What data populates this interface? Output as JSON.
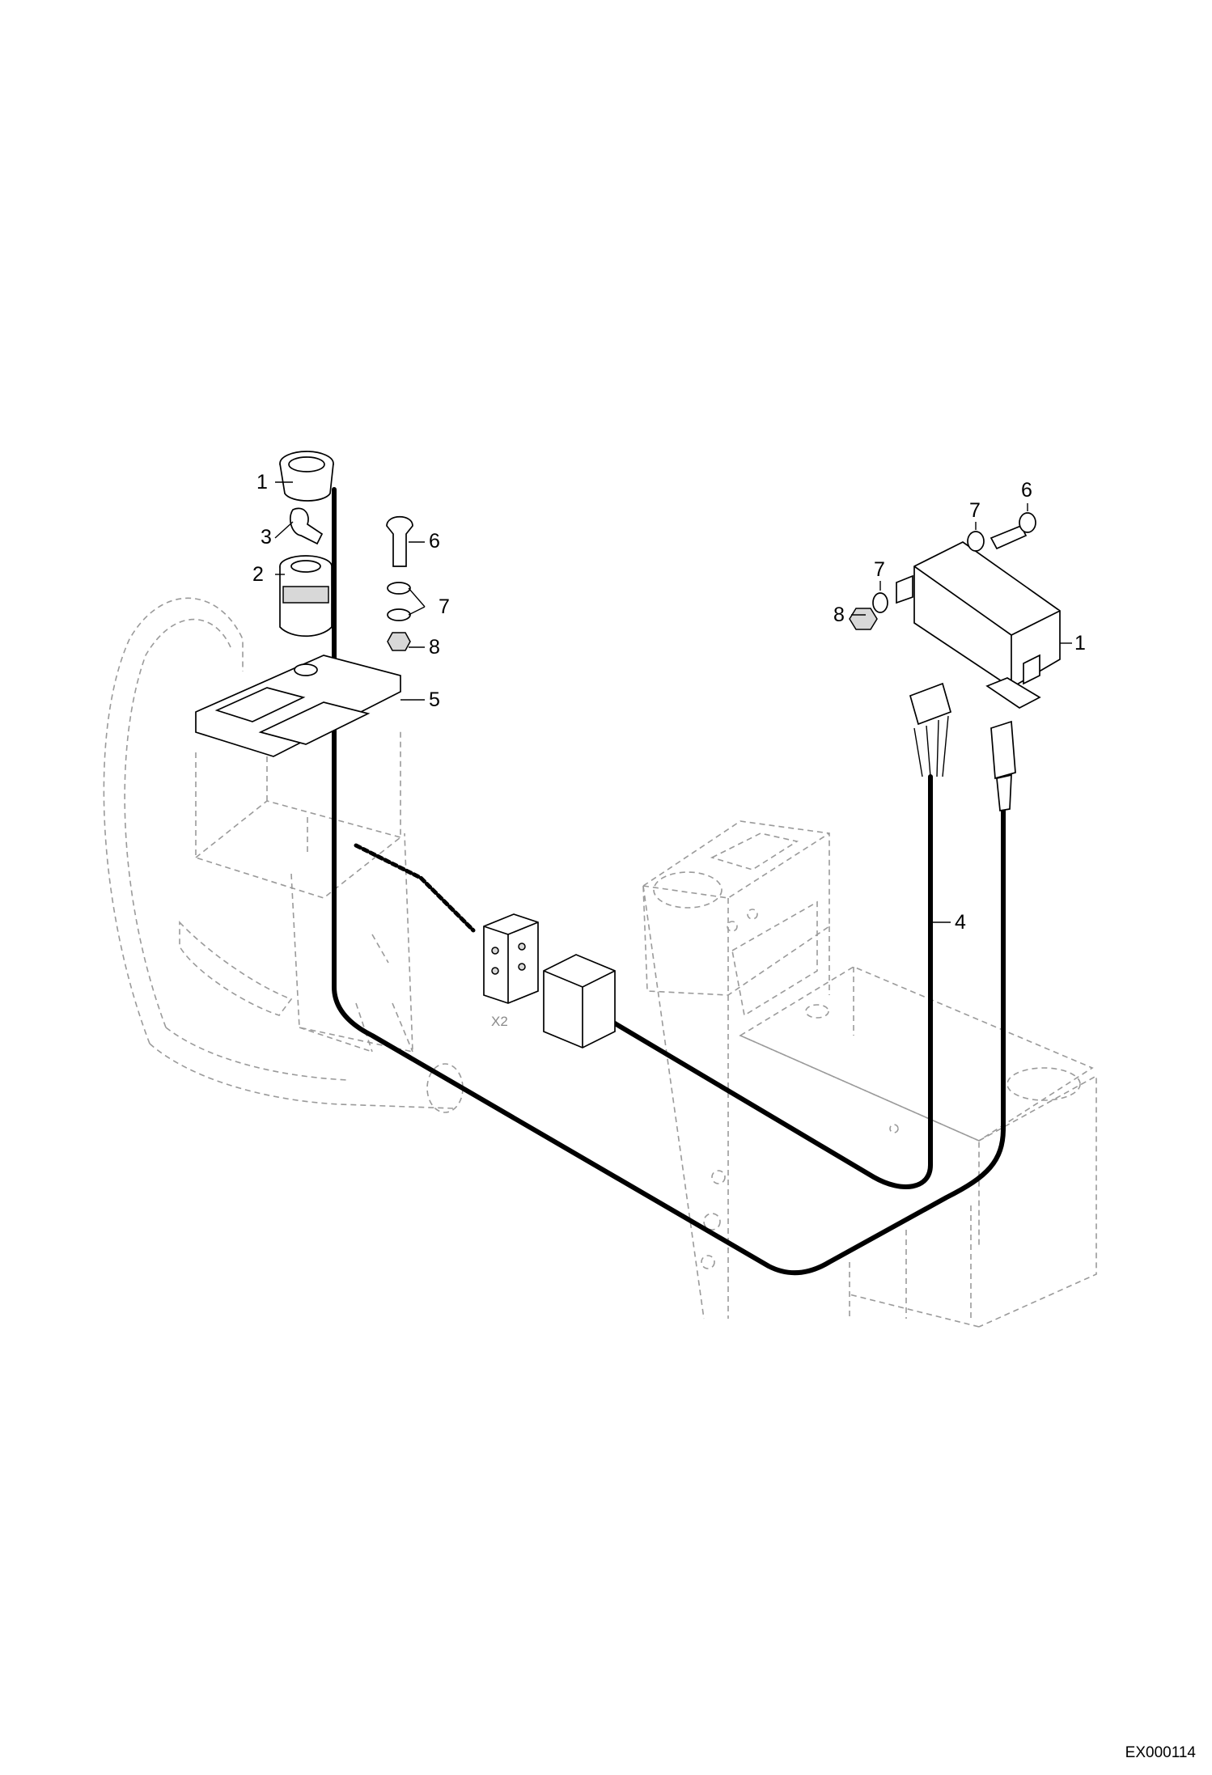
{
  "callouts": {
    "left_1": "1",
    "left_2": "2",
    "left_3": "3",
    "left_5": "5",
    "left_6": "6",
    "left_7": "7",
    "left_8": "8",
    "right_1": "1",
    "right_4": "4",
    "right_6": "6",
    "right_7a": "7",
    "right_7b": "7",
    "right_8": "8"
  },
  "connector_label": "X2",
  "reference_code": "EX000114"
}
